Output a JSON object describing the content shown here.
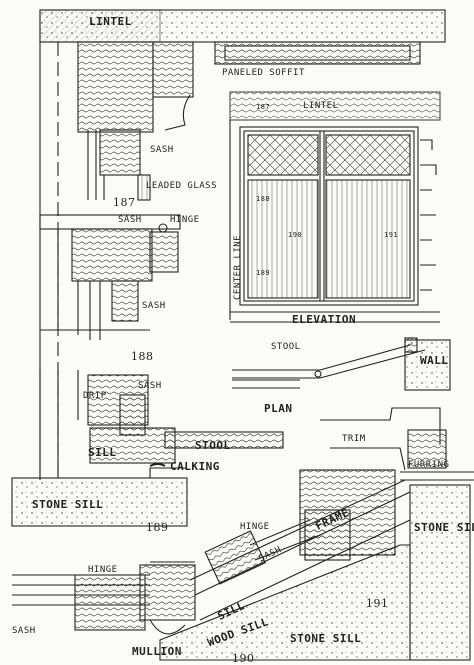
{
  "labels": {
    "lintel_top": "LINTEL",
    "paneled_soffit": "PANELED SOFFIT",
    "sash_187": "SASH",
    "leaded_glass": "LEADED GLASS",
    "fig_187": "187",
    "sash_hinge": "SASH",
    "hinge_188": "HINGE",
    "sash_188": "SASH",
    "fig_188": "188",
    "drip": "DRIP",
    "sash_189": "SASH",
    "sill_189": "SILL",
    "stool_189": "STOOL",
    "calking": "CALKING",
    "stone_sill_189": "STONE SILL",
    "fig_189": "189",
    "elev_187": "187",
    "elev_lintel": "LINTEL",
    "elev_188": "188",
    "elev_190": "190",
    "elev_191": "191",
    "elev_189": "189",
    "center_line": "CENTER LINE",
    "elevation": "ELEVATION",
    "stool_plan": "STOOL",
    "wall": "WALL",
    "plan": "PLAN",
    "trim": "TRIM",
    "furring": "FURRING",
    "stone_sill_191": "STONE SILL",
    "hinge_191": "HINGE",
    "sash_191": "SASH",
    "frame": "FRAME",
    "fig_191": "191",
    "hinge_190": "HINGE",
    "sill_190": "SILL",
    "wood_sill": "WOOD SILL",
    "stone_sill_190": "STONE SILL",
    "sash_190": "SASH",
    "mullion": "MULLION",
    "fig_190": "190"
  }
}
